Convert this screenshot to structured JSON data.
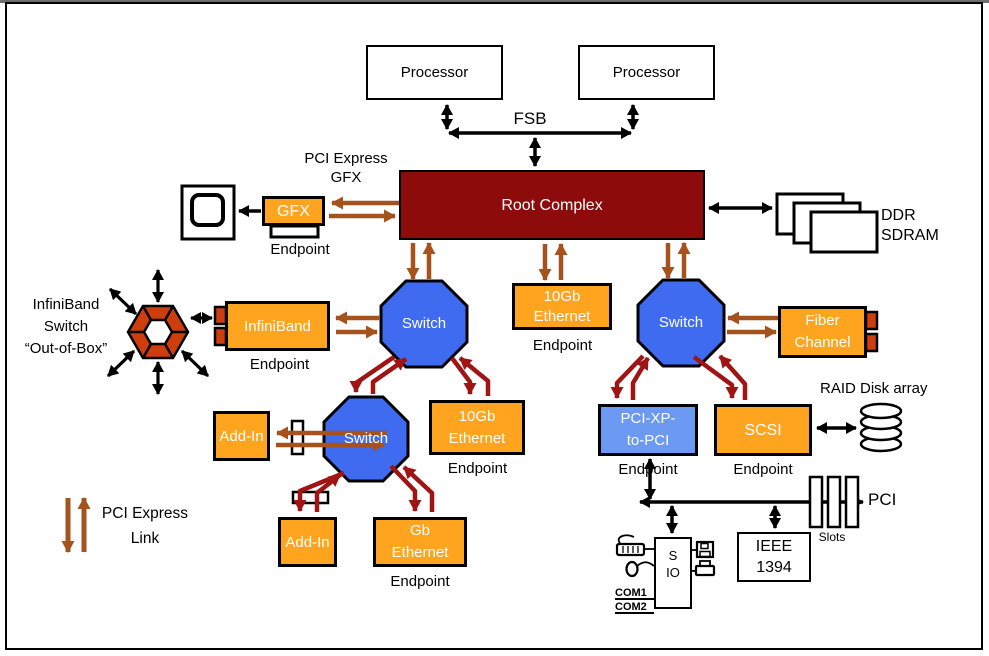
{
  "colors": {
    "box_orange": "#FFA41E",
    "root_complex_red": "#8E0B0B",
    "switch_blue": "#3E6BEF",
    "bridge_blue": "#6C99F2",
    "link_brown": "#A5521D",
    "link_dark_red": "#A01414",
    "hex_segment_orange": "#CE3D0D"
  },
  "top": {
    "processor_left": "Processor",
    "processor_right": "Processor",
    "fsb": "FSB",
    "root_complex": "Root Complex"
  },
  "gfx": {
    "label_line1": "PCI Express",
    "label_line2": "GFX",
    "box": "GFX",
    "endpoint": "Endpoint"
  },
  "memory": {
    "line1": "DDR",
    "line2": "SDRAM"
  },
  "infiniband": {
    "switch_line1": "InfiniBand",
    "switch_line2": "Switch",
    "switch_line3": "“Out-of-Box”",
    "box": "InfiniBand",
    "endpoint": "Endpoint"
  },
  "switches": {
    "left": "Switch",
    "right": "Switch",
    "lower": "Switch"
  },
  "ethernet_10gb_mid": {
    "line1": "10Gb",
    "line2": "Ethernet",
    "endpoint": "Endpoint"
  },
  "ethernet_10gb_lower": {
    "line1": "10Gb",
    "line2": "Ethernet",
    "endpoint": "Endpoint"
  },
  "fiber_channel": {
    "line1": "Fiber",
    "line2": "Channel"
  },
  "addin_upper": {
    "label": "Add-In"
  },
  "addin_lower": {
    "label": "Add-In"
  },
  "ethernet_gb": {
    "line1": "Gb",
    "line2": "Ethernet",
    "endpoint": "Endpoint"
  },
  "bridge": {
    "line1": "PCI-XP-",
    "line2": "to-PCI",
    "endpoint": "Endpoint"
  },
  "scsi": {
    "label": "SCSI",
    "endpoint": "Endpoint"
  },
  "raid": {
    "label": "RAID Disk array"
  },
  "pci_bus": {
    "pci": "PCI",
    "slots": "Slots"
  },
  "super_io": {
    "line1": "S",
    "line2": "IO",
    "com1": "COM1",
    "com2": "COM2"
  },
  "ieee1394": {
    "line1": "IEEE",
    "line2": "1394"
  },
  "legend": {
    "line1": "PCI Express",
    "line2": "Link"
  }
}
